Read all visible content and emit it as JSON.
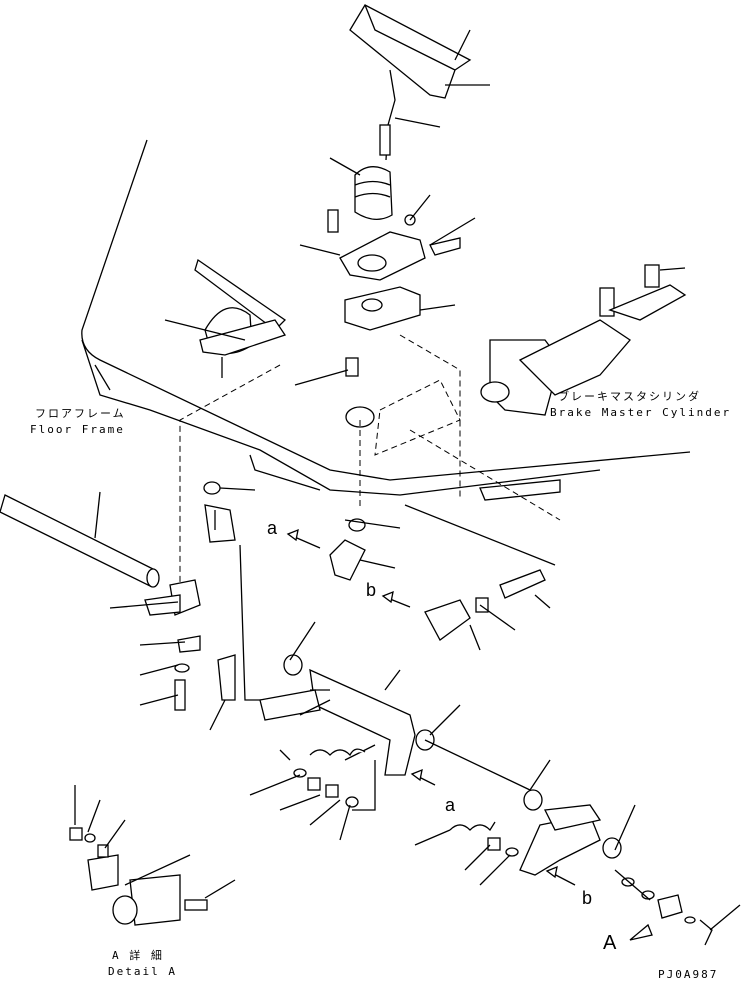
{
  "labels": {
    "floor_frame_jp": "フロアフレーム",
    "floor_frame_en": "Floor Frame",
    "brake_master_jp": "ブレーキマスタシリンダ",
    "brake_master_en": "Brake Master Cylinder",
    "detail_a_jp": "A 詳 細",
    "detail_a_en": "Detail A",
    "ref_a_upper": "a",
    "ref_b_upper": "b",
    "ref_a_lower": "a",
    "ref_b_lower": "b",
    "view_a": "A",
    "drawing_code": "PJ0A987"
  }
}
